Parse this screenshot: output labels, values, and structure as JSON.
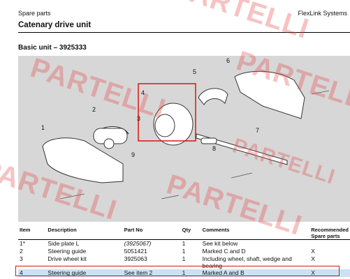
{
  "header": {
    "section": "Spare parts",
    "brand": "FlexLink Systems"
  },
  "title": "Catenary drive unit",
  "subtitle": "Basic unit – 3925333",
  "diagram": {
    "callouts": [
      "1",
      "2",
      "3",
      "4",
      "5",
      "6",
      "7",
      "8",
      "9"
    ]
  },
  "table": {
    "headers": [
      "Item",
      "Description",
      "Part No",
      "Qty",
      "Comments",
      "Recommended Spare parts"
    ],
    "rows": [
      {
        "item": "1*",
        "desc": "Side plate L",
        "part": "(3925067)",
        "qty": "1",
        "comment": "See kit below",
        "rec": ""
      },
      {
        "item": "2",
        "desc": "Steering guide",
        "part": "5051421",
        "qty": "1",
        "comment": "Marked C and D",
        "rec": "X"
      },
      {
        "item": "3",
        "desc": "Drive wheel kit",
        "part": "3925063",
        "qty": "1",
        "comment": "Including wheel, shaft, wedge and bearing",
        "rec": "X"
      },
      {
        "item": "4",
        "desc": "Steering guide",
        "part": "See item 2",
        "qty": "1",
        "comment": "Marked A and B",
        "rec": "X"
      }
    ]
  },
  "watermark": "PARTELLI",
  "colors": {
    "highlight": "#e01010",
    "watermark": "#e64646",
    "selection": "#cfe0f6"
  }
}
